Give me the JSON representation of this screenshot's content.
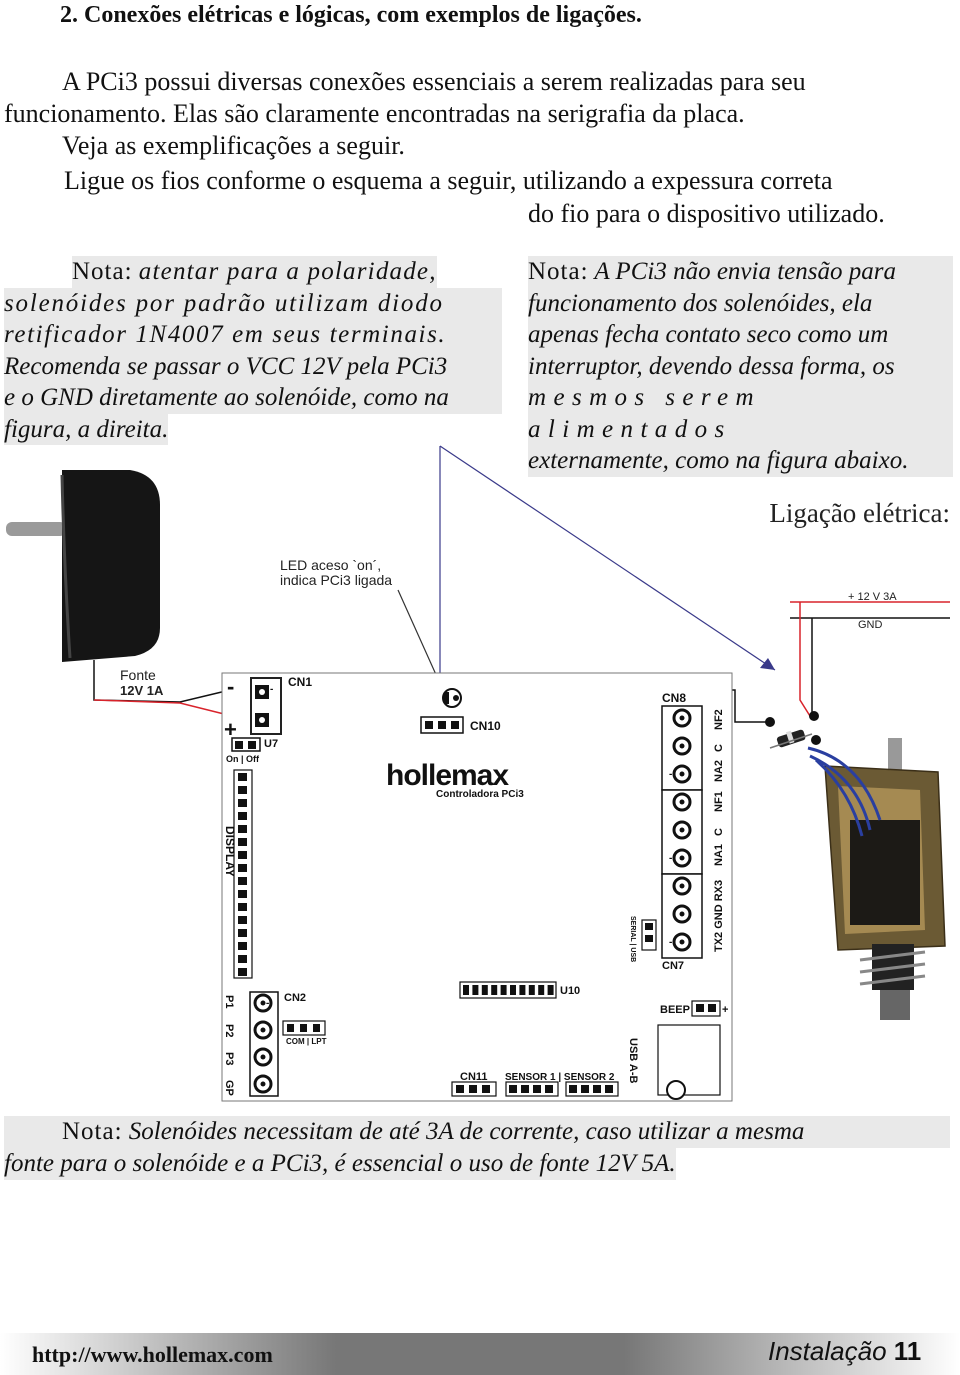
{
  "section_title": "2. Conexões elétricas e lógicas, com exemplos de ligações.",
  "intro": {
    "line1": "A PCi3 possui diversas conexões essenciais a serem realizadas para seu",
    "line2": "funcionamento. Elas são claramente encontradas na serigrafia da placa.",
    "line3": "Veja as exemplificações a seguir.",
    "line4": "Ligue os fios conforme o esquema a seguir, utilizando a expessura correta",
    "line5": "do fio para o dispositivo utilizado."
  },
  "note_left": {
    "label": "Nota:",
    "l1": "atentar para a polaridade,",
    "l2": "solenóides por padrão utilizam diodo",
    "l3": "retificador 1N4007 em seus terminais.",
    "l4": "Recomenda se passar o VCC 12V pela PCi3",
    "l5": "e o GND diretamente ao solenóide, como na",
    "l6": "figura, a direita."
  },
  "note_right": {
    "label": "Nota:",
    "l1": "A PCi3 não envia tensão para",
    "l2": "funcionamento dos solenóides, ela",
    "l3": "apenas fecha contato seco como um",
    "l4": "interruptor, devendo dessa forma, os",
    "l5": "mesmos serem alimentados",
    "l6": "externamente, como na figura abaixo."
  },
  "diagram": {
    "caption": "Ligação elétrica:",
    "led_note_l1": "LED  aceso `on´,",
    "led_note_l2": "indica PCi3 ligada",
    "wire_12v": "+ 12 V 3A",
    "wire_gnd": "GND",
    "source_l1": "Fonte",
    "source_l2": "12V 1A",
    "minus": "-",
    "plus": "+",
    "cn1": "CN1",
    "u7": "U7",
    "onoff": "On | Off",
    "cn10": "CN10",
    "brand": "hollemax",
    "brand_sub": "Controladora PCi3",
    "cn8": "CN8",
    "relay_pins": [
      "NF2",
      "C",
      "NA2",
      "NF1",
      "C",
      "NA1"
    ],
    "serial_pins": "TX2 GND RX3",
    "serial_usb": "SERIAL | USB",
    "cn7": "CN7",
    "display": "DISPLAY",
    "u10": "U10",
    "cn2": "CN2",
    "p_labels": [
      "P1",
      "P2",
      "P3",
      "GP"
    ],
    "com_lpt": "COM | LPT",
    "beep": "BEEP",
    "beep_plus": "+",
    "usb": "USB A-B",
    "cn11": "CN11",
    "sensors": "SENSOR 1   |   SENSOR 2"
  },
  "note_bottom": {
    "label": "Nota:",
    "l1": "Solenóides necessitam de até 3A de   corrente, caso utilizar a mesma",
    "l2": "fonte para o solenóide e a PCi3, é essencial o uso de fonte 12V 5A."
  },
  "footer": {
    "url": "http://www.hollemax.com",
    "section": "Instalação",
    "page": "11"
  }
}
